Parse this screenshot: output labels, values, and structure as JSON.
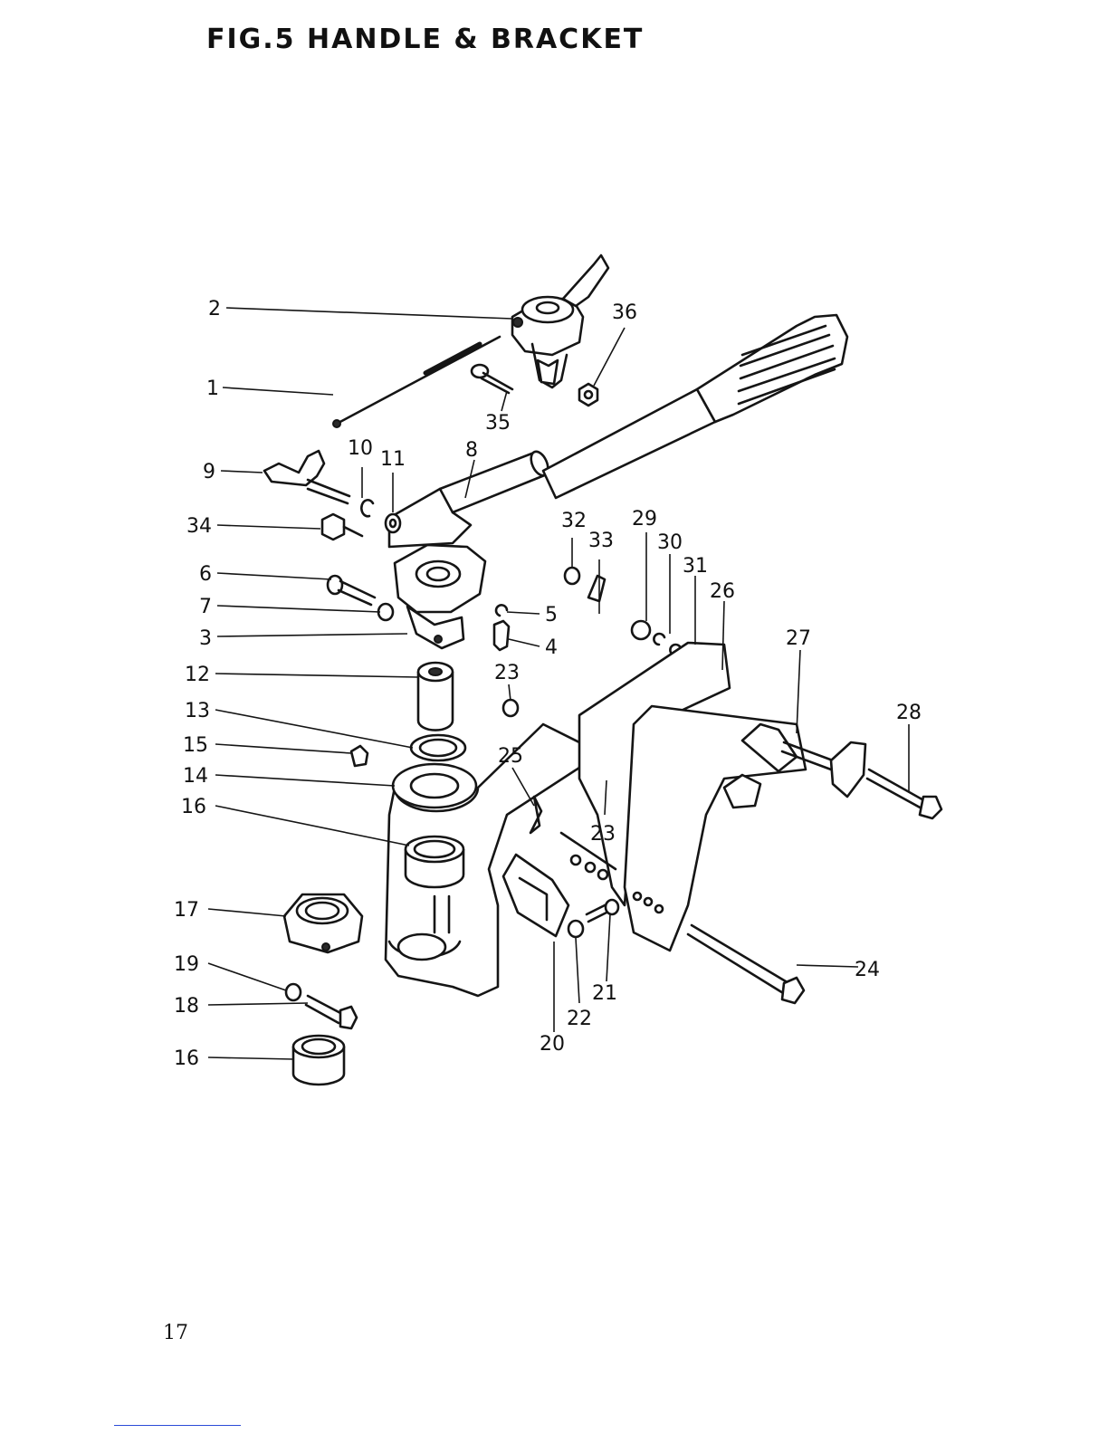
{
  "title": "FIG.5 HANDLE & BRACKET",
  "page_number": "17",
  "callouts": [
    {
      "id": "1",
      "text": "1"
    },
    {
      "id": "2",
      "text": "2"
    },
    {
      "id": "3",
      "text": "3"
    },
    {
      "id": "4",
      "text": "4"
    },
    {
      "id": "5",
      "text": "5"
    },
    {
      "id": "6",
      "text": "6"
    },
    {
      "id": "7",
      "text": "7"
    },
    {
      "id": "8",
      "text": "8"
    },
    {
      "id": "9",
      "text": "9"
    },
    {
      "id": "10",
      "text": "10"
    },
    {
      "id": "11",
      "text": "11"
    },
    {
      "id": "12",
      "text": "12"
    },
    {
      "id": "13",
      "text": "13"
    },
    {
      "id": "14",
      "text": "14"
    },
    {
      "id": "15",
      "text": "15"
    },
    {
      "id": "16a",
      "text": "16"
    },
    {
      "id": "16b",
      "text": "16"
    },
    {
      "id": "17",
      "text": "17"
    },
    {
      "id": "18",
      "text": "18"
    },
    {
      "id": "19",
      "text": "19"
    },
    {
      "id": "20",
      "text": "20"
    },
    {
      "id": "21",
      "text": "21"
    },
    {
      "id": "22",
      "text": "22"
    },
    {
      "id": "23a",
      "text": "23"
    },
    {
      "id": "23b",
      "text": "23"
    },
    {
      "id": "24",
      "text": "24"
    },
    {
      "id": "25",
      "text": "25"
    },
    {
      "id": "26",
      "text": "26"
    },
    {
      "id": "27",
      "text": "27"
    },
    {
      "id": "28",
      "text": "28"
    },
    {
      "id": "29",
      "text": "29"
    },
    {
      "id": "30",
      "text": "30"
    },
    {
      "id": "31",
      "text": "31"
    },
    {
      "id": "32",
      "text": "32"
    },
    {
      "id": "33",
      "text": "33"
    },
    {
      "id": "34",
      "text": "34"
    },
    {
      "id": "35",
      "text": "35"
    },
    {
      "id": "36",
      "text": "36"
    }
  ]
}
